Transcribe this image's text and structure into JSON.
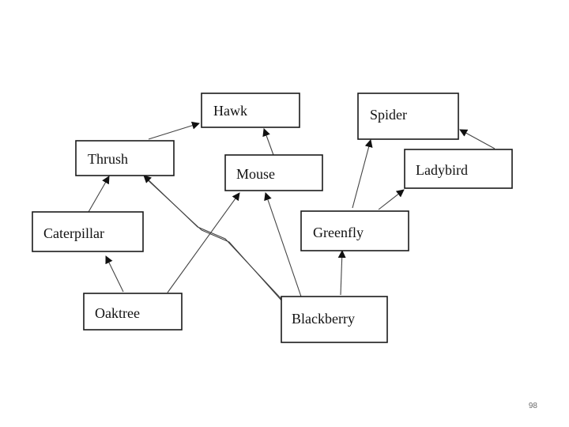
{
  "diagram": {
    "nodes": [
      {
        "id": "hawk",
        "label": "Hawk"
      },
      {
        "id": "spider",
        "label": "Spider"
      },
      {
        "id": "thrush",
        "label": "Thrush"
      },
      {
        "id": "mouse",
        "label": "Mouse"
      },
      {
        "id": "ladybird",
        "label": "Ladybird"
      },
      {
        "id": "caterpillar",
        "label": "Caterpillar"
      },
      {
        "id": "greenfly",
        "label": "Greenfly"
      },
      {
        "id": "oaktree",
        "label": "Oaktree"
      },
      {
        "id": "blackberry",
        "label": "Blackberry"
      }
    ],
    "edges": [
      {
        "from": "thrush",
        "to": "hawk"
      },
      {
        "from": "mouse",
        "to": "hawk"
      },
      {
        "from": "ladybird",
        "to": "spider"
      },
      {
        "from": "greenfly",
        "to": "spider"
      },
      {
        "from": "greenfly",
        "to": "ladybird"
      },
      {
        "from": "caterpillar",
        "to": "thrush"
      },
      {
        "from": "blackberry",
        "to": "thrush"
      },
      {
        "from": "oaktree",
        "to": "caterpillar"
      },
      {
        "from": "oaktree",
        "to": "mouse"
      },
      {
        "from": "blackberry",
        "to": "mouse"
      },
      {
        "from": "blackberry",
        "to": "greenfly"
      }
    ]
  },
  "footer": {
    "page_number": "98"
  }
}
